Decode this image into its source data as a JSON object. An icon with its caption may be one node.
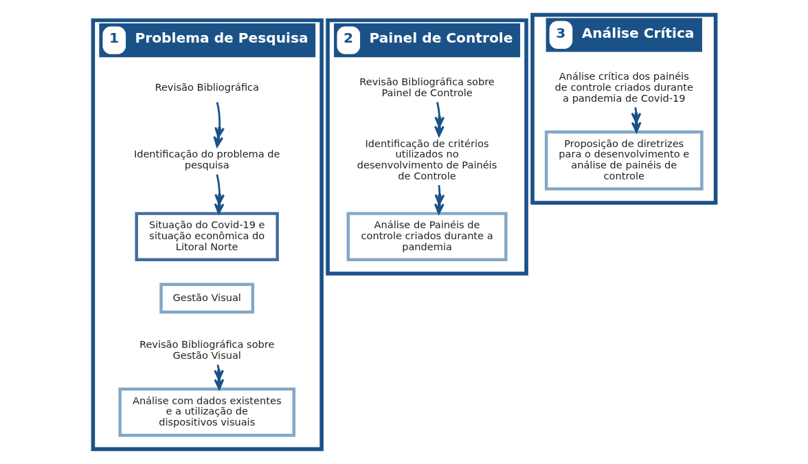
{
  "diagram": {
    "nodes": [
      {
        "text": [
          "1",
          "Problema de Pesquisa"
        ]
      },
      {
        "text": [
          "Revisão Bibliográfica"
        ],
        "in": 0
      },
      {
        "text": [
          "Identificação do problema de pesquisa"
        ],
        "in": 0
      },
      {
        "text": [
          "Situação do Covid-19 e situação econômica do Litoral Norte"
        ],
        "in": 0
      },
      {
        "text": [
          "Gestão Visual"
        ],
        "in": 0
      },
      {
        "text": [
          "Revisão Bibliográfica sobre Gestão Visual"
        ],
        "in": 0
      },
      {
        "text": [
          "Análise com dados existentes e a utilização de dispositivos visuais"
        ],
        "in": 0
      },
      {
        "text": [
          "2",
          "Painel de Controle"
        ]
      },
      {
        "text": [
          "Revisão Bibliográfica sobre Painel de Controle"
        ],
        "in": 7
      },
      {
        "text": [
          "Identificação de critérios utilizados no desenvolvimento de Painéis de Controle"
        ],
        "in": 7
      },
      {
        "text": [
          "Análise de Painéis de controle criados durante a pandemia"
        ],
        "in": 7
      },
      {
        "text": [
          "3",
          "Análise Crítica"
        ]
      },
      {
        "text": [
          "Análise crítica dos painéis de controle criados durante a pandemia de Covid-19"
        ],
        "in": 11
      },
      {
        "text": [
          "Proposição de diretrizes para o desenvolvimento e análise de painéis de controle"
        ],
        "in": 11
      }
    ],
    "edges": [
      {
        "from": 1,
        "to": 2,
        "arrow": "to"
      },
      {
        "from": 2,
        "to": 3,
        "arrow": "to"
      },
      {
        "from": 5,
        "to": 6,
        "arrow": "to"
      },
      {
        "from": 8,
        "to": 9,
        "arrow": "to"
      },
      {
        "from": 9,
        "to": 10,
        "arrow": "to"
      },
      {
        "from": 12,
        "to": 13,
        "arrow": "to"
      }
    ]
  }
}
